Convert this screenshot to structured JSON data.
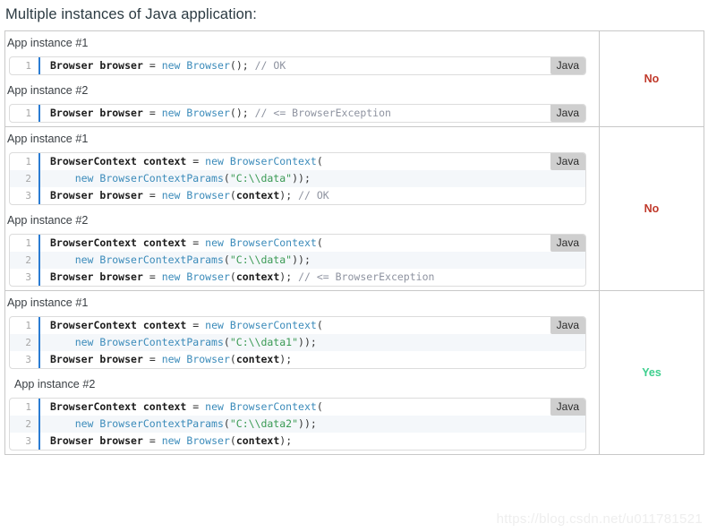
{
  "page": {
    "title": "Multiple instances of Java application:",
    "watermark": "https://blog.csdn.net/u011781521"
  },
  "labels": {
    "instance1": "App instance #1",
    "instance2": "App instance #2",
    "lang_badge": "Java",
    "verdict_no": "No",
    "verdict_yes": "Yes"
  },
  "colors": {
    "verdict_no": "#c0392b",
    "verdict_yes": "#3ecf8e",
    "keyword": "#3b8bba",
    "string": "#3a9a54",
    "comment": "#8e93a0",
    "gutter_bar": "#2b7cd3",
    "badge_bg": "#cfcfcf"
  },
  "rows": [
    {
      "verdict": "No",
      "blocks": [
        {
          "label": "App instance #1",
          "indent": false,
          "lang": "Java",
          "lines": [
            {
              "n": "1",
              "code": "Browser browser = new Browser(); // OK"
            }
          ]
        },
        {
          "label": "App instance #2",
          "indent": false,
          "lang": "Java",
          "lines": [
            {
              "n": "1",
              "code": "Browser browser = new Browser(); // <= BrowserException"
            }
          ]
        }
      ]
    },
    {
      "verdict": "No",
      "blocks": [
        {
          "label": "App instance #1",
          "indent": false,
          "lang": "Java",
          "lines": [
            {
              "n": "1",
              "code": "BrowserContext context = new BrowserContext("
            },
            {
              "n": "2",
              "code": "    new BrowserContextParams(\"C:\\\\data\"));"
            },
            {
              "n": "3",
              "code": "Browser browser = new Browser(context); // OK"
            }
          ]
        },
        {
          "label": "App instance #2",
          "indent": false,
          "lang": "Java",
          "lines": [
            {
              "n": "1",
              "code": "BrowserContext context = new BrowserContext("
            },
            {
              "n": "2",
              "code": "    new BrowserContextParams(\"C:\\\\data\"));"
            },
            {
              "n": "3",
              "code": "Browser browser = new Browser(context); // <= BrowserException"
            }
          ]
        }
      ]
    },
    {
      "verdict": "Yes",
      "blocks": [
        {
          "label": "App instance #1",
          "indent": false,
          "lang": "Java",
          "lines": [
            {
              "n": "1",
              "code": "BrowserContext context = new BrowserContext("
            },
            {
              "n": "2",
              "code": "    new BrowserContextParams(\"C:\\\\data1\"));"
            },
            {
              "n": "3",
              "code": "Browser browser = new Browser(context);"
            }
          ]
        },
        {
          "label": "App instance #2",
          "indent": true,
          "lang": "Java",
          "lines": [
            {
              "n": "1",
              "code": "BrowserContext context = new BrowserContext("
            },
            {
              "n": "2",
              "code": "    new BrowserContextParams(\"C:\\\\data2\"));"
            },
            {
              "n": "3",
              "code": "Browser browser = new Browser(context);"
            }
          ]
        }
      ]
    }
  ]
}
